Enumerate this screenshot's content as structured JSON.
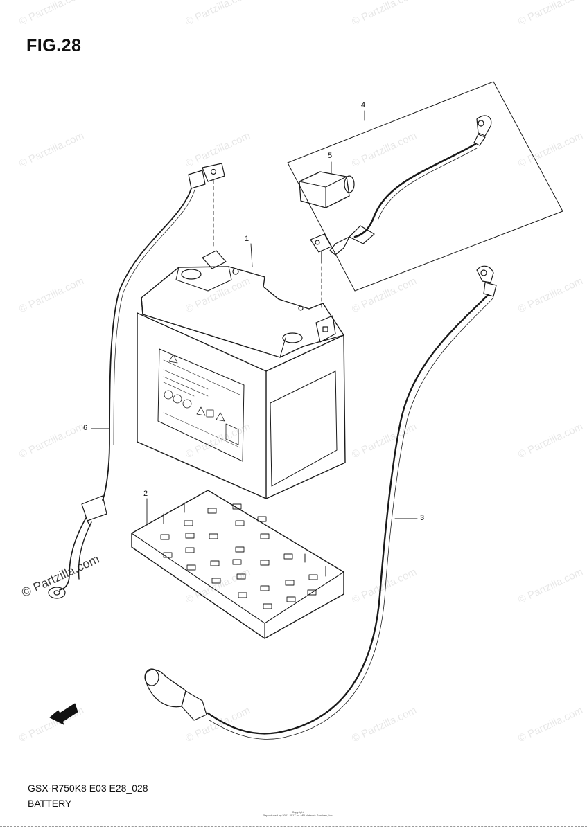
{
  "figure": {
    "title": "FIG.28",
    "model_code": "GSX-R750K8 E03 E28_028",
    "section_name": "BATTERY",
    "copyright_line1": "Copyright",
    "copyright_line2": "Reproduced by 2001-2017 (c) ARI Network Services, Inc.",
    "fwd_label": "FWD"
  },
  "callouts": [
    {
      "number": "1",
      "part": "battery"
    },
    {
      "number": "2",
      "part": "battery-tray"
    },
    {
      "number": "3",
      "part": "negative-cable"
    },
    {
      "number": "4",
      "part": "positive-cable"
    },
    {
      "number": "5",
      "part": "terminal-cover"
    },
    {
      "number": "6",
      "part": "ground-wire"
    }
  ],
  "watermark": {
    "text": "© Partzilla.com",
    "feature_text": "© Partzilla.com"
  }
}
